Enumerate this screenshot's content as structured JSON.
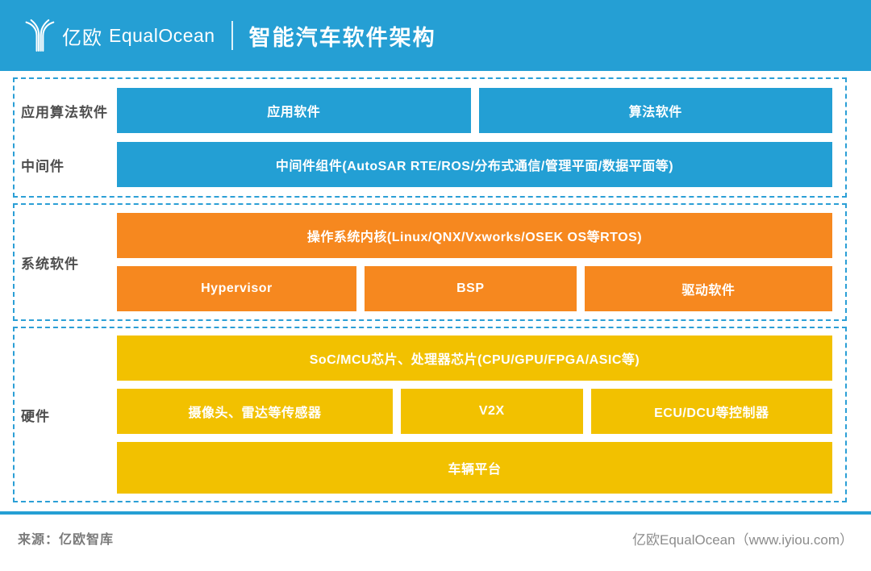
{
  "header": {
    "logo_cn": "亿欧",
    "logo_en": "EqualOcean",
    "title": "智能汽车软件架构"
  },
  "layers": {
    "app_label": "应用算法软件",
    "app_boxes": [
      "应用软件",
      "算法软件"
    ],
    "mw_label": "中间件",
    "mw_box": "中间件组件(AutoSAR RTE/ROS/分布式通信/管理平面/数据平面等)",
    "sys_label": "系统软件",
    "sys_box_kernel": "操作系统内核(Linux/QNX/Vxworks/OSEK OS等RTOS)",
    "sys_boxes": [
      "Hypervisor",
      "BSP",
      "驱动软件"
    ],
    "hw_label": "硬件",
    "hw_box_soc": "SoC/MCU芯片、处理器芯片(CPU/GPU/FPGA/ASIC等)",
    "hw_boxes": [
      "摄像头、雷达等传感器",
      "V2X",
      "ECU/DCU等控制器"
    ],
    "hw_box_platform": "车辆平台"
  },
  "footer": {
    "source": "来源：亿欧智库",
    "brand": "亿欧EqualOcean（www.iyiou.com）"
  },
  "colors": {
    "header_blue": "#259FD4",
    "box_blue": "#239FD4",
    "box_orange": "#F6881F",
    "box_yellow": "#F2C100",
    "dashed_border": "#2B9FD6",
    "label_gray": "#4d4d4d"
  }
}
